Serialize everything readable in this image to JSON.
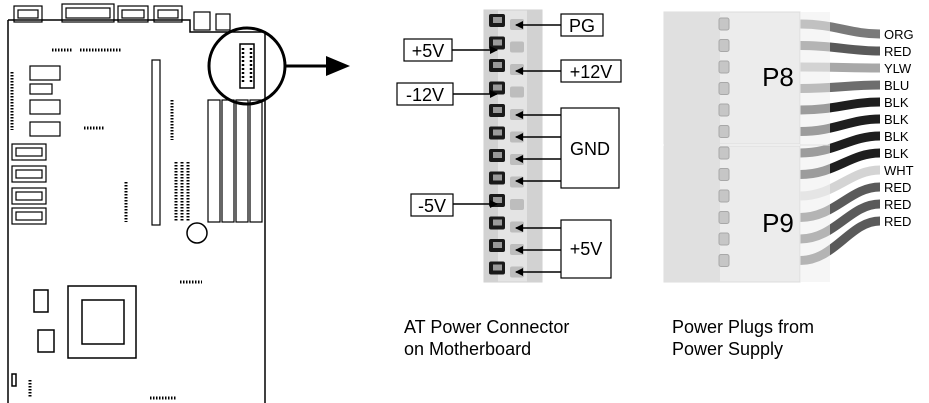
{
  "connector": {
    "pins": [
      {
        "label": "PG",
        "side": "right"
      },
      {
        "label": "+5V",
        "side": "left"
      },
      {
        "label": "+12V",
        "side": "right"
      },
      {
        "label": "-12V",
        "side": "left"
      },
      {
        "label": "GND",
        "side": "right"
      },
      {
        "label": "-5V",
        "side": "left"
      },
      {
        "label": "+5V",
        "side": "right"
      }
    ],
    "caption_line1": "AT Power Connector",
    "caption_line2": "on Motherboard"
  },
  "plugs": {
    "p8_label": "P8",
    "p9_label": "P9",
    "caption_line1": "Power Plugs from",
    "caption_line2": "Power Supply",
    "wires": [
      {
        "label": "ORG",
        "color": "#7a7a7a"
      },
      {
        "label": "RED",
        "color": "#5a5a5a"
      },
      {
        "label": "YLW",
        "color": "#a8a8a8"
      },
      {
        "label": "BLU",
        "color": "#6e6e6e"
      },
      {
        "label": "BLK",
        "color": "#1e1e1e"
      },
      {
        "label": "BLK",
        "color": "#1e1e1e"
      },
      {
        "label": "BLK",
        "color": "#1e1e1e"
      },
      {
        "label": "BLK",
        "color": "#1e1e1e"
      },
      {
        "label": "WHT",
        "color": "#d4d4d4"
      },
      {
        "label": "RED",
        "color": "#5a5a5a"
      },
      {
        "label": "RED",
        "color": "#5a5a5a"
      },
      {
        "label": "RED",
        "color": "#5a5a5a"
      }
    ]
  }
}
